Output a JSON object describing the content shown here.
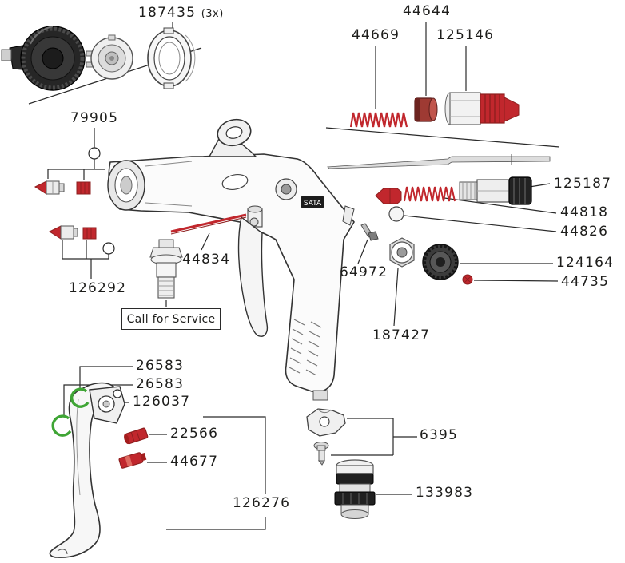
{
  "diagram": {
    "type": "exploded-parts-diagram",
    "subject": "spray gun parts breakdown"
  },
  "labels": {
    "n187435": "187435",
    "n187435_qty": "(3x)",
    "n44644": "44644",
    "n44669": "44669",
    "n125146": "125146",
    "n79905": "79905",
    "n125187": "125187",
    "n44818": "44818",
    "n44826": "44826",
    "n44834": "44834",
    "n126292": "126292",
    "n64972": "64972",
    "n124164": "124164",
    "n44735": "44735",
    "n187427": "187427",
    "call_for_service": "Call for Service",
    "n26583a": "26583",
    "n26583b": "26583",
    "n126037": "126037",
    "n22566": "22566",
    "n44677": "44677",
    "n126276": "126276",
    "n6395": "6395",
    "n133983": "133983",
    "brand": "SATA"
  },
  "colors": {
    "part_red": "#c1272d",
    "part_red_dark": "#8e1f1f",
    "clip_green": "#3fa535",
    "line": "#2a2a2a"
  }
}
